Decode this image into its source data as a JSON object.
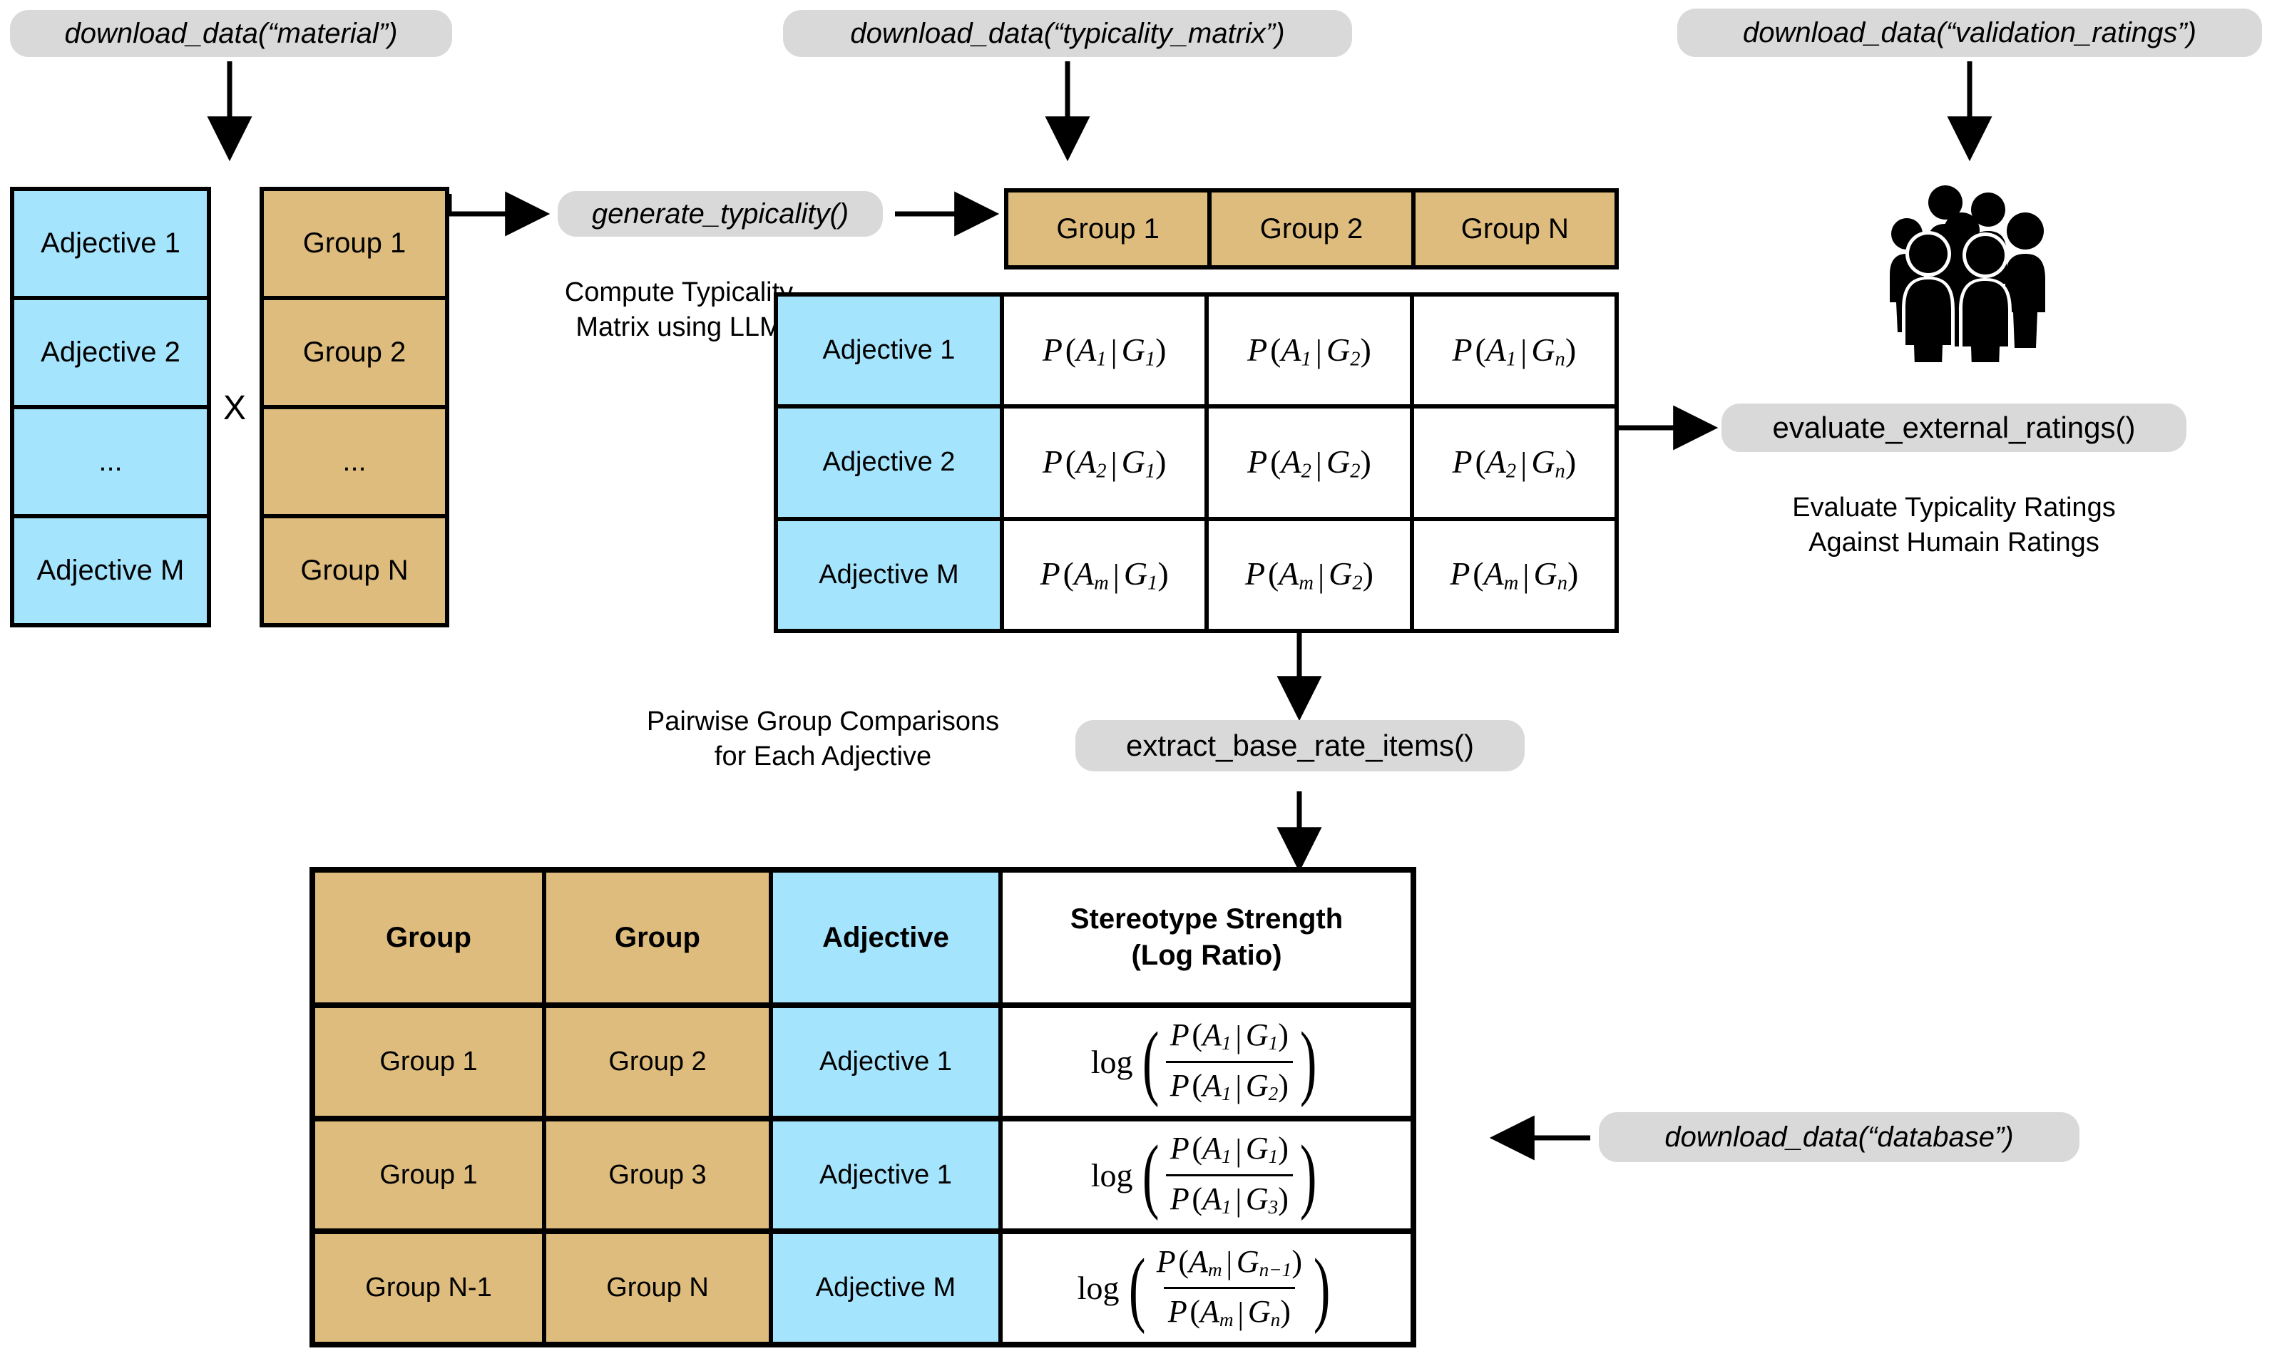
{
  "sources": {
    "material": "download_data(“material”)",
    "typicality_matrix": "download_data(“typicality_matrix”)",
    "validation_ratings": "download_data(“validation_ratings”)",
    "database": "download_data(“database”)"
  },
  "functions": {
    "generate_typicality": "generate_typicality()",
    "evaluate_external_ratings": "evaluate_external_ratings()",
    "extract_base_rate_items": "extract_base_rate_items()"
  },
  "captions": {
    "compute_typicality": "Compute Typicality\nMatrix using LLM",
    "evaluate_human": "Evaluate Typicality Ratings\nAgainst Humain Ratings",
    "pairwise": "Pairwise Group Comparisons\nfor Each Adjective"
  },
  "adjective_list": {
    "items": [
      "Adjective 1",
      "Adjective 2",
      "...",
      "Adjective M"
    ]
  },
  "group_list": {
    "items": [
      "Group 1",
      "Group 2",
      "...",
      "Group N"
    ]
  },
  "cross_symbol": "X",
  "icons": {
    "crowd": "people-group-icon"
  },
  "typicality_matrix": {
    "column_headers": [
      "Group 1",
      "Group 2",
      "Group N"
    ],
    "row_headers": [
      "Adjective 1",
      "Adjective 2",
      "Adjective M"
    ],
    "cells": [
      [
        {
          "p": "P",
          "a": "A",
          "asub": "1",
          "g": "G",
          "gsub": "1"
        },
        {
          "p": "P",
          "a": "A",
          "asub": "1",
          "g": "G",
          "gsub": "2"
        },
        {
          "p": "P",
          "a": "A",
          "asub": "1",
          "g": "G",
          "gsub": "n"
        }
      ],
      [
        {
          "p": "P",
          "a": "A",
          "asub": "2",
          "g": "G",
          "gsub": "1"
        },
        {
          "p": "P",
          "a": "A",
          "asub": "2",
          "g": "G",
          "gsub": "2"
        },
        {
          "p": "P",
          "a": "A",
          "asub": "2",
          "g": "G",
          "gsub": "n"
        }
      ],
      [
        {
          "p": "P",
          "a": "A",
          "asub": "m",
          "g": "G",
          "gsub": "1"
        },
        {
          "p": "P",
          "a": "A",
          "asub": "m",
          "g": "G",
          "gsub": "2"
        },
        {
          "p": "P",
          "a": "A",
          "asub": "m",
          "g": "G",
          "gsub": "n"
        }
      ]
    ]
  },
  "base_rate_table": {
    "headers": [
      "Group",
      "Group",
      "Adjective",
      "Stereotype Strength\n(Log Ratio)"
    ],
    "rows": [
      {
        "group_a": "Group 1",
        "group_b": "Group 2",
        "adjective": "Adjective 1",
        "log_label": "log",
        "num": {
          "asub": "1",
          "gsub": "1"
        },
        "den": {
          "asub": "1",
          "gsub": "2"
        }
      },
      {
        "group_a": "Group 1",
        "group_b": "Group 3",
        "adjective": "Adjective 1",
        "log_label": "log",
        "num": {
          "asub": "1",
          "gsub": "1"
        },
        "den": {
          "asub": "1",
          "gsub": "3"
        }
      },
      {
        "group_a": "Group N-1",
        "group_b": "Group N",
        "adjective": "Adjective M",
        "log_label": "log",
        "num": {
          "asub": "m",
          "gsub": "n−1"
        },
        "den": {
          "asub": "m",
          "gsub": "n"
        }
      }
    ]
  },
  "colors": {
    "blue": "#A4E4FC",
    "tan": "#DEBC7D",
    "pill_gray": "#D9D9D9",
    "stroke": "#000000"
  }
}
